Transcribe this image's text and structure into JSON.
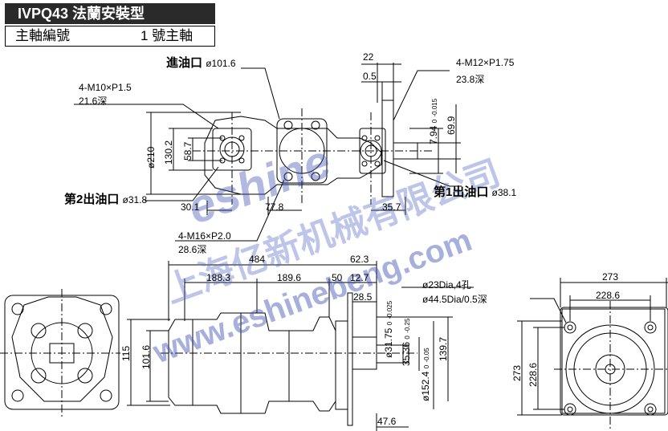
{
  "header": {
    "title": "IVPQ43 法蘭安裝型",
    "shaft_label": "主軸編號",
    "shaft_value": "1 號主軸"
  },
  "callouts": {
    "inlet": {
      "label": "進油口",
      "size": "ø101.6"
    },
    "outlet2": {
      "label": "第2出油口",
      "size": "ø31.8"
    },
    "outlet1": {
      "label": "第1出油口",
      "size": "ø38.1"
    },
    "thread_m10": {
      "spec": "4-M10×P1.5",
      "depth": "21.6深"
    },
    "thread_m12": {
      "spec": "4-M12×P1.75",
      "depth": "23.8深"
    },
    "thread_m16": {
      "spec": "4-M16×P2.0",
      "depth": "28.6深"
    },
    "holes": {
      "spec": "ø23Dia,4孔",
      "spot": "ø44.5Dia/0.5深"
    }
  },
  "dimensions": {
    "top": {
      "d22": "22",
      "d05": "0.5",
      "d794": "7.94",
      "d794_tol": "0",
      "d794_tol2": "-0.015",
      "d699": "69.9",
      "d210": "ø210",
      "d1302": "130.2",
      "d587": "58.7",
      "d301": "30.1",
      "d778": "77.8",
      "d357": "35.7"
    },
    "front": {
      "d484": "484",
      "d623": "62.3",
      "d1883": "188.3",
      "d1896": "189.6",
      "d50": "50",
      "d127": "12.7",
      "d285": "28.5",
      "d3175": "ø31.75",
      "d3175_tol": "0",
      "d3175_tol2": "-0.025",
      "d3536": "35.36",
      "d3536_tol": "0",
      "d3536_tol2": "-0.25",
      "d1524": "ø152.4",
      "d1524_tol": "0",
      "d1524_tol2": "-0.05",
      "d1397": "139.7",
      "d115": "115",
      "d1016": "101.6",
      "d476": "47.6"
    },
    "end": {
      "d273w": "273",
      "d2286w": "228.6",
      "d273h": "273",
      "d2286h": "228.6"
    }
  },
  "watermark": {
    "company": "上海亿新机械有限公司",
    "brand": "eshine",
    "url": "www.eshinebeng.com"
  },
  "colors": {
    "line": "#000000",
    "watermark": "#2f46b0",
    "header_bg": "#2a2a2a"
  }
}
